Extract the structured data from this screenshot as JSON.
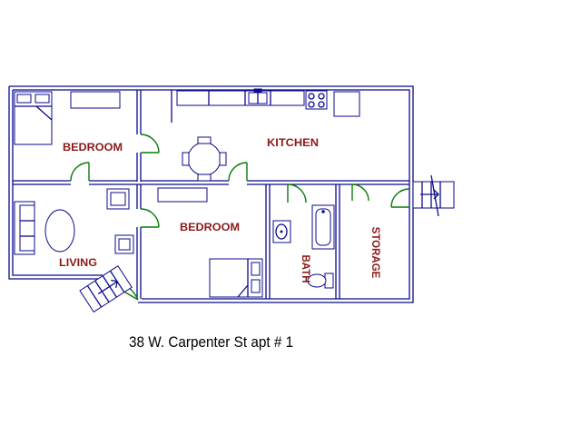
{
  "plan": {
    "caption": "38 W. Carpenter St apt # 1",
    "rooms": {
      "bedroom_1": "BEDROOM",
      "kitchen": "KITCHEN",
      "bedroom_2": "BEDROOM",
      "living": "LIVING",
      "bath": "BATH",
      "storage": "STORAGE"
    },
    "colors": {
      "walls": "#0a0a8c",
      "doors": "#0a7a0a",
      "labels": "#8b1a1a"
    }
  }
}
